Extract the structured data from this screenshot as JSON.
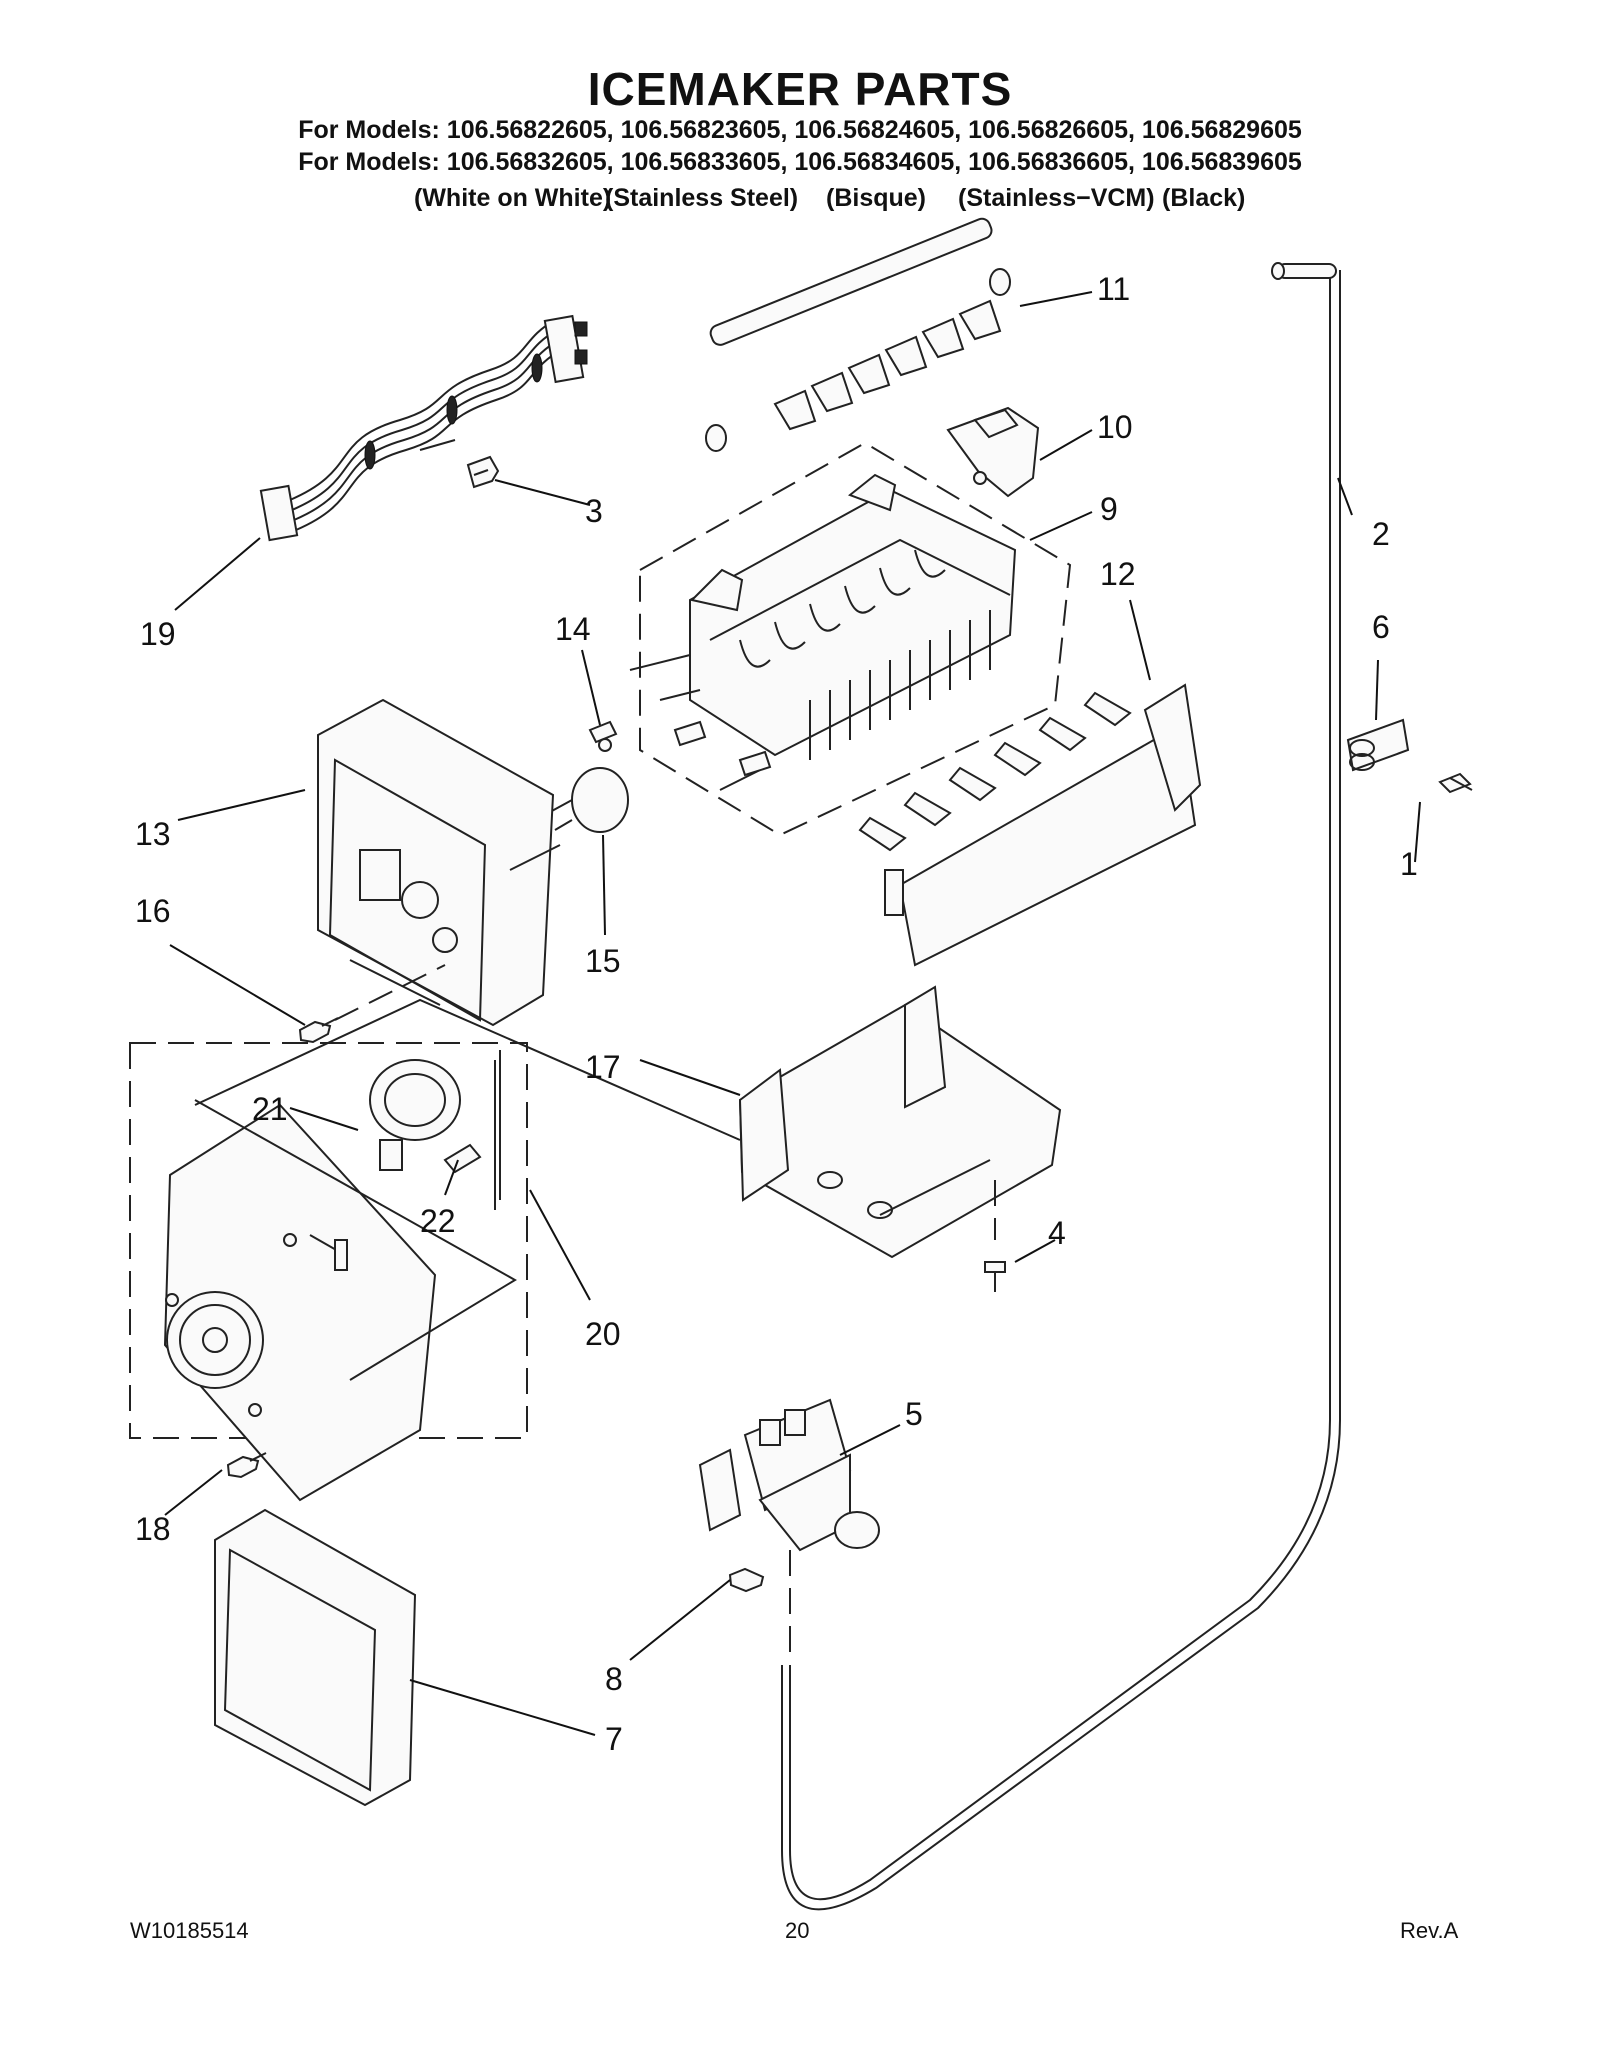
{
  "header": {
    "title": "ICEMAKER PARTS",
    "models_line1": "For Models: 106.56822605, 106.56823605, 106.56824605, 106.56826605, 106.56829605",
    "models_line2": "For Models: 106.56832605, 106.56833605, 106.56834605, 106.56836605, 106.56839605",
    "variants": [
      "(White on White)",
      "(Stainless Steel)",
      "(Bisque)",
      "(Stainless−VCM)",
      "(Black)"
    ]
  },
  "callouts": [
    "1",
    "2",
    "3",
    "4",
    "5",
    "6",
    "7",
    "8",
    "9",
    "10",
    "11",
    "12",
    "13",
    "14",
    "15",
    "16",
    "17",
    "18",
    "19",
    "20",
    "21",
    "22"
  ],
  "footer": {
    "doc_number": "W10185514",
    "page_number": "20",
    "revision": "Rev.A"
  }
}
